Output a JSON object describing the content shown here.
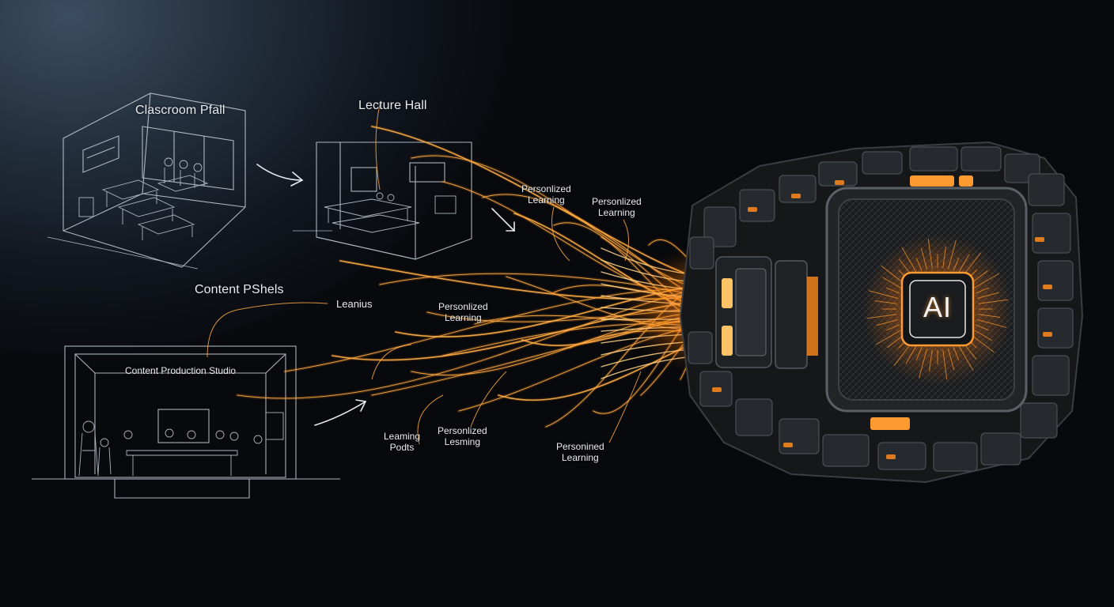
{
  "diagram": {
    "labels": {
      "classroom": "Clascroom Pfall",
      "lecture_hall": "Lecture Hall",
      "content_panels": "Content PShels",
      "studio": "Content Production Studio",
      "leanius": "Leanius",
      "p1": {
        "line1": "Personlized",
        "line2": "Learning"
      },
      "p2": {
        "line1": "Personlized",
        "line2": "Learning"
      },
      "p3": {
        "line1": "Personlized",
        "line2": "Learning"
      },
      "paths": {
        "line1": "Leaming",
        "line2": "Podts"
      },
      "p4": {
        "line1": "Personlized",
        "line2": "Lesming"
      },
      "p5": {
        "line1": "Personined",
        "line2": "Learning"
      }
    },
    "chip_label": "AI",
    "colors": {
      "background": "#07090c",
      "glow": "#ff8a1c",
      "sketch": "#c9d1da",
      "hardware": "#2a2d31"
    }
  }
}
